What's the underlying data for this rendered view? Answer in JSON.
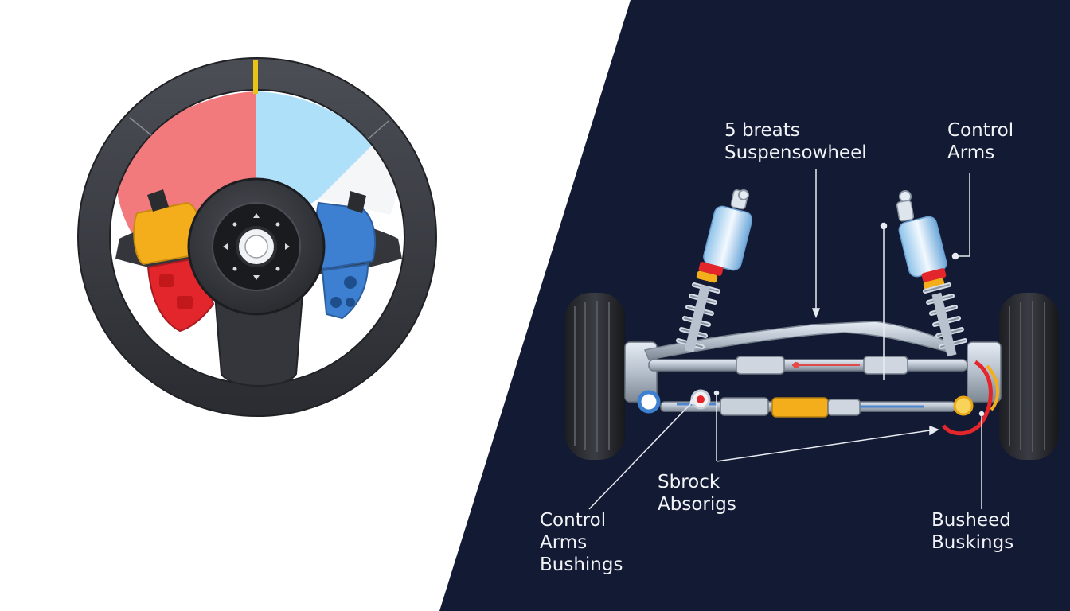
{
  "colors": {
    "background_left": "#ffffff",
    "background_right": "#131a33",
    "wheel_rim": "#3b3e44",
    "segment_red": "#f27a7d",
    "segment_blue": "#aee0fa",
    "button_yellow": "#f4ad1b",
    "button_blue": "#3d7fd0",
    "button_red": "#e3262b",
    "accent_yellow": "#e8c417",
    "label_text": "#f2f3f7"
  },
  "labels": {
    "suspension_title": {
      "line1": "5 breats",
      "line2": "Suspensowheel"
    },
    "control_arms_top": {
      "line1": "Control",
      "line2": "Arms"
    },
    "shock_absorbers": {
      "line1": "Sbrock",
      "line2": "Absorigs"
    },
    "control_arms_bushings": {
      "line1": "Control",
      "line2": "Arms",
      "line3": "Bushings"
    },
    "bushed_bushings": {
      "line1": "Busheed",
      "line2": "Buskings"
    }
  }
}
